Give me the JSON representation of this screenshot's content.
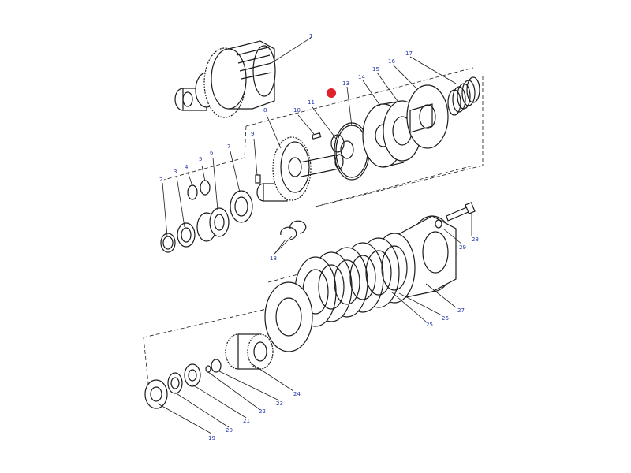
{
  "diagram": {
    "parts": [
      {
        "id": "part-1",
        "label": "1"
      },
      {
        "id": "part-2",
        "label": "2"
      },
      {
        "id": "part-3",
        "label": "3"
      },
      {
        "id": "part-4",
        "label": "4"
      },
      {
        "id": "part-5",
        "label": "5"
      },
      {
        "id": "part-6",
        "label": "6"
      },
      {
        "id": "part-7",
        "label": "7"
      },
      {
        "id": "part-8",
        "label": "8"
      },
      {
        "id": "part-9",
        "label": "9"
      },
      {
        "id": "part-10",
        "label": "10"
      },
      {
        "id": "part-11",
        "label": "11"
      },
      {
        "id": "part-13",
        "label": "13"
      },
      {
        "id": "part-14",
        "label": "14"
      },
      {
        "id": "part-15",
        "label": "15"
      },
      {
        "id": "part-16",
        "label": "16"
      },
      {
        "id": "part-17",
        "label": "17"
      },
      {
        "id": "part-18",
        "label": "18"
      },
      {
        "id": "part-19",
        "label": "19"
      },
      {
        "id": "part-20",
        "label": "20"
      },
      {
        "id": "part-21",
        "label": "21"
      },
      {
        "id": "part-22",
        "label": "22"
      },
      {
        "id": "part-23",
        "label": "23"
      },
      {
        "id": "part-24",
        "label": "24"
      },
      {
        "id": "part-25",
        "label": "25"
      },
      {
        "id": "part-26",
        "label": "26"
      },
      {
        "id": "part-27",
        "label": "27"
      },
      {
        "id": "part-28",
        "label": "28"
      },
      {
        "id": "part-29",
        "label": "29"
      }
    ],
    "highlight_color": "#e0202a",
    "label_color": "#2233aa",
    "line_color": "#1a1a1a"
  }
}
